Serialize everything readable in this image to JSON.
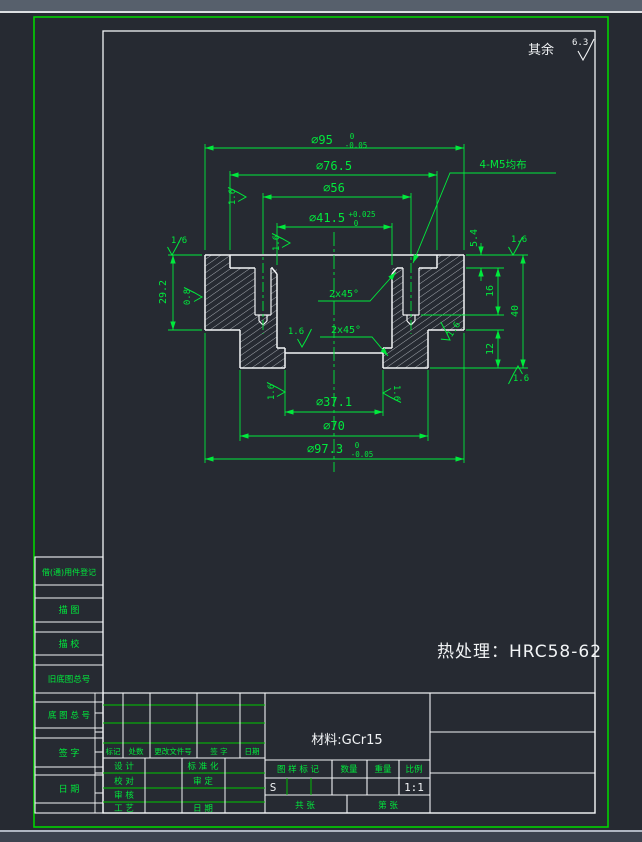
{
  "colors": {
    "canvas": "#262a32",
    "line_green": "#00d300",
    "line_white": "#f2f4f6",
    "top_bar": "#57606c",
    "bottom_bar": "#3c434f"
  },
  "notes": {
    "surplus": "其余",
    "surplus_value": "6.3",
    "heat_treatment": "热处理：HRC58-62",
    "hole_note": "4-M5均布"
  },
  "dims": {
    "od_top": "∅95",
    "od_top_up": "0",
    "od_top_low": "-0.05",
    "recess": "∅76.5",
    "bolt_circle": "∅56",
    "bore": "∅41.5",
    "bore_up": "+0.025",
    "bore_low": "0",
    "chamfer": "2x45°",
    "bore_bottom": "∅37.1",
    "boss": "∅70",
    "od_body": "∅97.3",
    "od_body_up": "0",
    "od_body_low": "-0.05",
    "height_left": "29.2",
    "rim_h": "5.4",
    "d16": "16",
    "d40": "40",
    "d12": "12",
    "r08": "0.8",
    "r16": "1.6"
  },
  "margin": {
    "items": [
      "借(通)用件登记",
      "描  图",
      "描  校",
      "旧底图总号",
      "底 图 总 号",
      "签    字",
      "日    期"
    ]
  },
  "title_block": {
    "material": "材料:GCr15",
    "rev_cols": [
      "标记",
      "处数",
      "更改文件号",
      "签  字",
      "日期"
    ],
    "row1_left": "设  计",
    "row1_mid": "标 准 化",
    "row2_left": "校  对",
    "row2_mid": "审  定",
    "row3_left": "审  核",
    "row4_left": "工  艺",
    "row4_mid": "日  期",
    "info_cols": [
      "图 样 标 记",
      "数量",
      "重量",
      "比例"
    ],
    "mark": "S",
    "scale": "1:1",
    "sheet_left": "共    张",
    "sheet_right": "第    张"
  }
}
